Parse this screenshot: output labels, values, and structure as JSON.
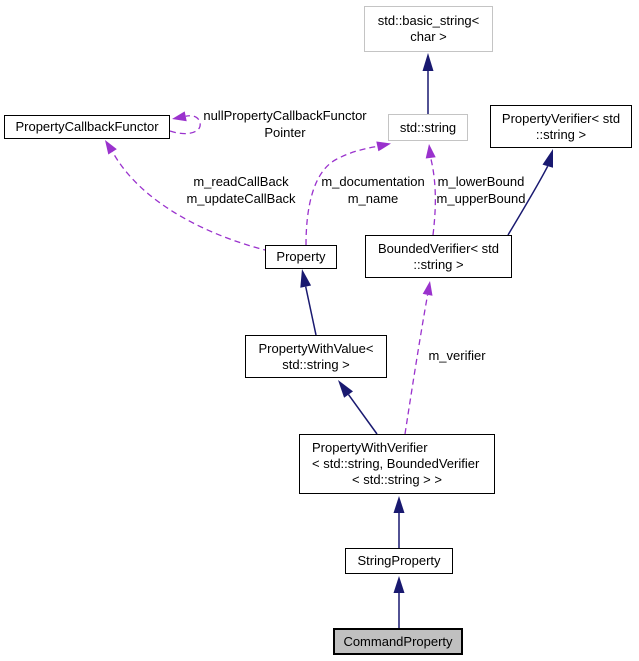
{
  "diagram": {
    "kind": "collaboration-graph",
    "colors": {
      "background": "#ffffff",
      "inheritance_edge": "#191970",
      "usage_edge": "#9a32cd",
      "node_border": "#000000",
      "external_node_border": "#c4c4c4",
      "current_node_fill": "#c0c0c0",
      "text": "#000000"
    },
    "nodes": {
      "basic_string": {
        "lines": [
          "std::basic_string<",
          "char >"
        ]
      },
      "callback_functor": {
        "lines": [
          "PropertyCallbackFunctor"
        ]
      },
      "std_string": {
        "lines": [
          "std::string"
        ]
      },
      "property_verifier": {
        "lines": [
          "PropertyVerifier< std",
          "::string >"
        ]
      },
      "property": {
        "lines": [
          "Property"
        ]
      },
      "bounded_verifier": {
        "lines": [
          "BoundedVerifier< std",
          "::string >"
        ]
      },
      "property_with_value": {
        "lines": [
          "PropertyWithValue<",
          "std::string >"
        ]
      },
      "property_with_verifier": {
        "lines": [
          "PropertyWithVerifier",
          "< std::string, BoundedVerifier",
          "< std::string > >"
        ]
      },
      "string_property": {
        "lines": [
          "StringProperty"
        ]
      },
      "command_property": {
        "lines": [
          "CommandProperty"
        ]
      }
    },
    "edge_labels": {
      "null_pointer": {
        "lines": [
          "nullPropertyCallbackFunctor",
          "Pointer"
        ]
      },
      "callbacks": {
        "lines": [
          "m_readCallBack",
          "m_updateCallBack"
        ]
      },
      "documentation": {
        "lines": [
          "m_documentation",
          "m_name"
        ]
      },
      "bounds": {
        "lines": [
          "m_lowerBound",
          "m_upperBound"
        ]
      },
      "verifier": {
        "lines": [
          "m_verifier"
        ]
      }
    },
    "edges": [
      {
        "from": "std_string",
        "to": "basic_string",
        "type": "inheritance"
      },
      {
        "from": "command_property",
        "to": "string_property",
        "type": "inheritance"
      },
      {
        "from": "string_property",
        "to": "property_with_verifier",
        "type": "inheritance"
      },
      {
        "from": "property_with_verifier",
        "to": "property_with_value",
        "type": "inheritance"
      },
      {
        "from": "property_with_value",
        "to": "property",
        "type": "inheritance"
      },
      {
        "from": "bounded_verifier",
        "to": "property_verifier",
        "type": "inheritance"
      },
      {
        "from": "callback_functor",
        "to": "callback_functor",
        "type": "usage",
        "label": "nullPropertyCallbackFunctor Pointer"
      },
      {
        "from": "property",
        "to": "callback_functor",
        "type": "usage",
        "label": "m_readCallBack m_updateCallBack"
      },
      {
        "from": "property",
        "to": "std_string",
        "type": "usage",
        "label": "m_documentation m_name"
      },
      {
        "from": "bounded_verifier",
        "to": "std_string",
        "type": "usage",
        "label": "m_lowerBound m_upperBound"
      },
      {
        "from": "property_with_verifier",
        "to": "bounded_verifier",
        "type": "usage",
        "label": "m_verifier"
      }
    ]
  }
}
